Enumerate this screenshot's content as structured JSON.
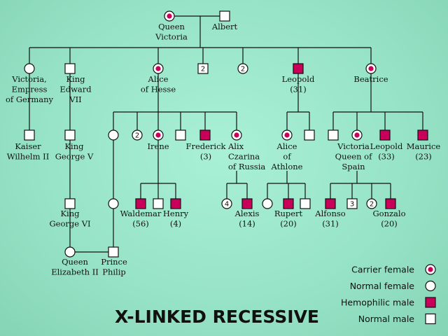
{
  "title": "X-LINKED RECESSIVE",
  "colors": {
    "affected": "#c8005a",
    "outline": "#111111",
    "fill": "#ffffff"
  },
  "legend": [
    {
      "label": "Carrier female",
      "kind": "carrier-female"
    },
    {
      "label": "Normal female",
      "kind": "normal-female"
    },
    {
      "label": "Hemophilic male",
      "kind": "hemophilic-male"
    },
    {
      "label": "Normal male",
      "kind": "normal-male"
    }
  ],
  "individuals": [
    {
      "id": "queen-victoria",
      "label": [
        "Queen",
        "Victoria"
      ],
      "kind": "carrier-female"
    },
    {
      "id": "albert",
      "label": [
        "Albert"
      ],
      "kind": "normal-male"
    },
    {
      "id": "victoria-empress",
      "label": [
        "Victoria,",
        "Empress",
        "of Germany"
      ],
      "kind": "normal-female"
    },
    {
      "id": "edward-vii",
      "label": [
        "King",
        "Edward",
        "VII"
      ],
      "kind": "normal-male"
    },
    {
      "id": "alice-of-hesse",
      "label": [
        "Alice",
        "of Hesse"
      ],
      "kind": "carrier-female"
    },
    {
      "id": "two-males",
      "label": [],
      "kind": "normal-male",
      "count": "2"
    },
    {
      "id": "two-females",
      "label": [],
      "kind": "normal-female",
      "count": "2"
    },
    {
      "id": "leopold",
      "label": [
        "Leopold",
        "(31)"
      ],
      "kind": "hemophilic-male"
    },
    {
      "id": "beatrice",
      "label": [
        "Beatrice"
      ],
      "kind": "carrier-female"
    },
    {
      "id": "kaiser-wilhelm",
      "label": [
        "Kaiser",
        "Wilhelm II"
      ],
      "kind": "normal-male"
    },
    {
      "id": "george-v",
      "label": [
        "King",
        "George V"
      ],
      "kind": "normal-male"
    },
    {
      "id": "hesse-spouse",
      "label": [],
      "kind": "normal-female"
    },
    {
      "id": "hesse-two-females",
      "label": [],
      "kind": "normal-female",
      "count": "2"
    },
    {
      "id": "irene",
      "label": [
        "Irene"
      ],
      "kind": "carrier-female"
    },
    {
      "id": "hesse-son",
      "label": [],
      "kind": "normal-male"
    },
    {
      "id": "frederick",
      "label": [
        "Frederick",
        "(3)"
      ],
      "kind": "hemophilic-male"
    },
    {
      "id": "alix",
      "label": [
        "Alix",
        "Czarina",
        "of Russia"
      ],
      "kind": "carrier-female"
    },
    {
      "id": "alice-of-athlone",
      "label": [
        "Alice",
        "of",
        "Athlone"
      ],
      "kind": "carrier-female"
    },
    {
      "id": "athlone-brother",
      "label": [],
      "kind": "normal-male"
    },
    {
      "id": "beatrice-son",
      "label": [],
      "kind": "normal-male"
    },
    {
      "id": "victoria-eugenie",
      "label": [
        "Victoria",
        "Queen of",
        "Spain"
      ],
      "kind": "carrier-female"
    },
    {
      "id": "leopold-33",
      "label": [
        "Leopold",
        "(33)"
      ],
      "kind": "hemophilic-male"
    },
    {
      "id": "maurice",
      "label": [
        "Maurice",
        "(23)"
      ],
      "kind": "hemophilic-male"
    },
    {
      "id": "george-vi",
      "label": [
        "King",
        "George VI"
      ],
      "kind": "normal-male"
    },
    {
      "id": "hesse-gen3-female",
      "label": [],
      "kind": "normal-female"
    },
    {
      "id": "waldemar",
      "label": [
        "Waldemar",
        "(56)"
      ],
      "kind": "hemophilic-male"
    },
    {
      "id": "irene-son",
      "label": [],
      "kind": "normal-male"
    },
    {
      "id": "henry",
      "label": [
        "Henry",
        "(4)"
      ],
      "kind": "hemophilic-male"
    },
    {
      "id": "four-females",
      "label": [],
      "kind": "normal-female",
      "count": "4"
    },
    {
      "id": "alexis",
      "label": [
        "Alexis",
        "(14)"
      ],
      "kind": "hemophilic-male"
    },
    {
      "id": "athlone-daughter",
      "label": [],
      "kind": "normal-female"
    },
    {
      "id": "rupert",
      "label": [
        "Rupert",
        "(20)"
      ],
      "kind": "hemophilic-male"
    },
    {
      "id": "athlone-son",
      "label": [],
      "kind": "normal-male"
    },
    {
      "id": "alfonso",
      "label": [
        "Alfonso",
        "(31)"
      ],
      "kind": "hemophilic-male"
    },
    {
      "id": "three-males",
      "label": [],
      "kind": "normal-male",
      "count": "3"
    },
    {
      "id": "spain-two-females",
      "label": [],
      "kind": "normal-female",
      "count": "2"
    },
    {
      "id": "gonzalo",
      "label": [
        "Gonzalo",
        "(20)"
      ],
      "kind": "hemophilic-male"
    },
    {
      "id": "elizabeth-ii",
      "label": [
        "Queen",
        "Elizabeth II"
      ],
      "kind": "normal-female"
    },
    {
      "id": "prince-philip",
      "label": [
        "Prince",
        "Philip"
      ],
      "kind": "normal-male"
    }
  ]
}
